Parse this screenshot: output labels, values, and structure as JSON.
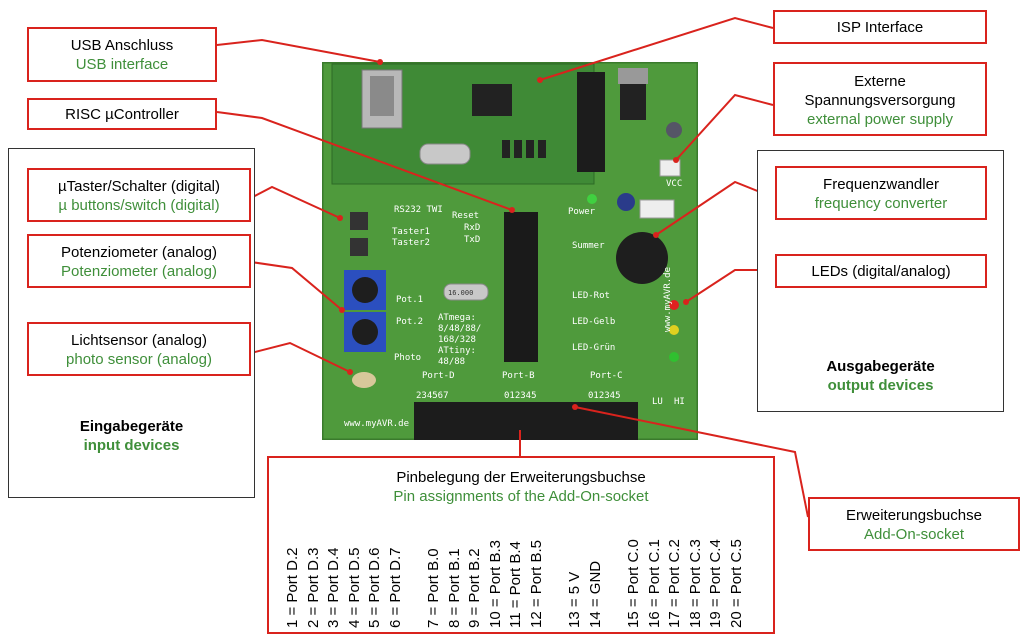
{
  "labels": {
    "usb": {
      "de": "USB Anschluss",
      "en": "USB interface"
    },
    "risc": {
      "de": "RISC µController"
    },
    "isp": {
      "de": "ISP Interface"
    },
    "ext_power": {
      "de1": "Externe",
      "de2": "Spannungsversorgung",
      "en": "external power supply"
    },
    "buttons": {
      "de": "µTaster/Schalter (digital)",
      "en": "µ buttons/switch (digital)"
    },
    "poti": {
      "de": "Potenziometer (analog)",
      "en": "Potenziometer (analog)"
    },
    "photo": {
      "de": "Lichtsensor (analog)",
      "en": "photo sensor (analog)"
    },
    "input_group": {
      "de": "Eingabegeräte",
      "en": "input devices"
    },
    "freq": {
      "de": "Frequenzwandler",
      "en": "frequency converter"
    },
    "leds": {
      "de": "LEDs (digital/analog)"
    },
    "output_group": {
      "de": "Ausgabegeräte",
      "en": "output devices"
    },
    "socket": {
      "de": "Erweiterungsbuchse",
      "en": "Add-On-socket"
    },
    "pinout": {
      "de": "Pinbelegung der Erweiterungsbuchse",
      "en": "Pin assignments of the Add-On-socket"
    }
  },
  "board": {
    "silk": {
      "rs232": "RS232 TWI",
      "reset": "Reset",
      "rxd": "RxD",
      "txd": "TxD",
      "power": "Power",
      "taster1": "Taster1",
      "taster2": "Taster2",
      "summer": "Summer",
      "pot1": "Pot.1",
      "pot2": "Pot.2",
      "photo": "Photo",
      "led_rot": "LED-Rot",
      "led_gelb": "LED-Gelb",
      "led_gruen": "LED-Grün",
      "chip1": "ATmega:",
      "chip2": "8/48/88/",
      "chip3": "168/328",
      "chip4": "ATtiny:",
      "chip5": "48/88",
      "port_d": "Port-D",
      "port_b": "Port-B",
      "port_c": "Port-C",
      "port_d_nums": "234567",
      "port_b_nums": "012345",
      "port_c_nums": "012345",
      "lu": "LU",
      "hi": "HI",
      "vcc": "VCC",
      "url": "www.myAVR.de",
      "url2": "www.myAVR.de",
      "xtal": "16.000"
    }
  },
  "pins": [
    "1 = Port D.2",
    "2 = Port D.3",
    "3 = Port D.4",
    "4 = Port D.5",
    "5 = Port D.6",
    "6 = Port D.7",
    "7 = Port B.0",
    "8 = Port B.1",
    "9 = Port B.2",
    "10 = Port B.3",
    "11 = Port B.4",
    "12 = Port B.5",
    "13 = 5 V",
    "14 = GND",
    "15 = Port C.0",
    "16 = Port C.1",
    "17 = Port C.2",
    "18 = Port C.3",
    "19 = Port C.4",
    "20 = Port C.5"
  ],
  "colors": {
    "callout_border": "#d9231d",
    "english_text": "#3f8f3a",
    "pcb": "#4f9a3c"
  }
}
